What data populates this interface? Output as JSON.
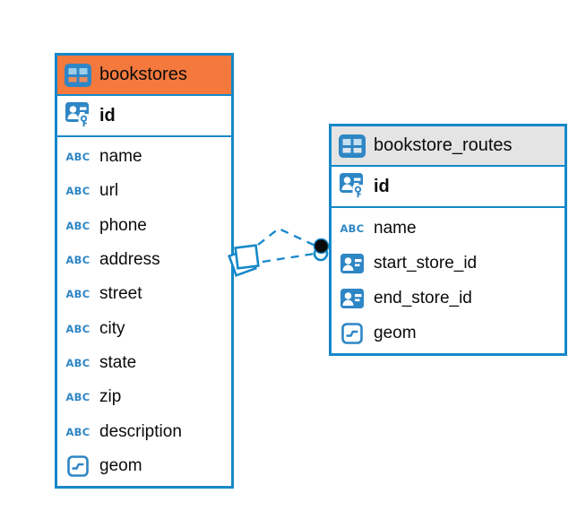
{
  "colors": {
    "accent": "#1588C9",
    "header_orange": "#F5793D",
    "header_gray": "#E4E4E4",
    "icon_blue": "#2E86C5"
  },
  "tables": [
    {
      "title": "bookstores",
      "columns": [
        {
          "name": "id",
          "icon": "primary-key"
        },
        {
          "name": "name",
          "icon": "text"
        },
        {
          "name": "url",
          "icon": "text"
        },
        {
          "name": "phone",
          "icon": "text"
        },
        {
          "name": "address",
          "icon": "text"
        },
        {
          "name": "street",
          "icon": "text"
        },
        {
          "name": "city",
          "icon": "text"
        },
        {
          "name": "state",
          "icon": "text"
        },
        {
          "name": "zip",
          "icon": "text"
        },
        {
          "name": "description",
          "icon": "text"
        },
        {
          "name": "geom",
          "icon": "geometry"
        }
      ]
    },
    {
      "title": "bookstore_routes",
      "columns": [
        {
          "name": "id",
          "icon": "primary-key"
        },
        {
          "name": "name",
          "icon": "text"
        },
        {
          "name": "start_store_id",
          "icon": "foreign-key"
        },
        {
          "name": "end_store_id",
          "icon": "foreign-key"
        },
        {
          "name": "geom",
          "icon": "geometry"
        }
      ]
    }
  ],
  "relation": {
    "type": "foreign-key-association",
    "line_style": "dashed",
    "from_table": "bookstores",
    "to_table": "bookstore_routes"
  }
}
